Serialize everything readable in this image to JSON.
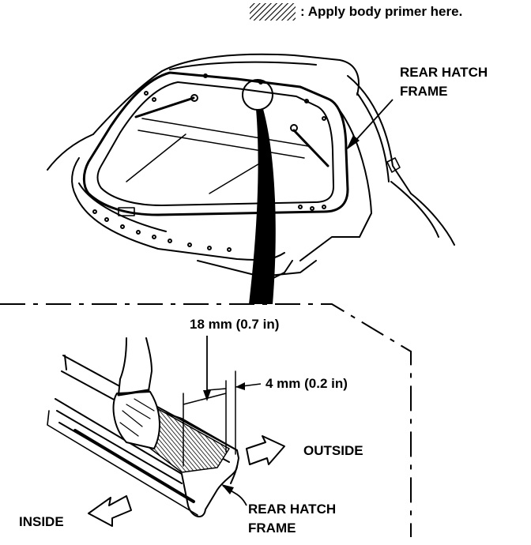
{
  "legend": {
    "text": ": Apply body primer here.",
    "swatch_icon": "hatched-swatch-icon"
  },
  "top_view": {
    "label_line1": "REAR HATCH",
    "label_line2": "FRAME"
  },
  "detail_view": {
    "dim_outer": "18 mm (0.7 in)",
    "dim_inner": "4 mm (0.2 in)",
    "outside_label": "OUTSIDE",
    "inside_label": "INSIDE",
    "frame_label_line1": "REAR HATCH",
    "frame_label_line2": "FRAME",
    "outside_arrow_icon": "outline-arrow-right-icon",
    "inside_arrow_icon": "outline-arrow-left-icon"
  },
  "colors": {
    "ink": "#000000",
    "paper": "#ffffff"
  }
}
